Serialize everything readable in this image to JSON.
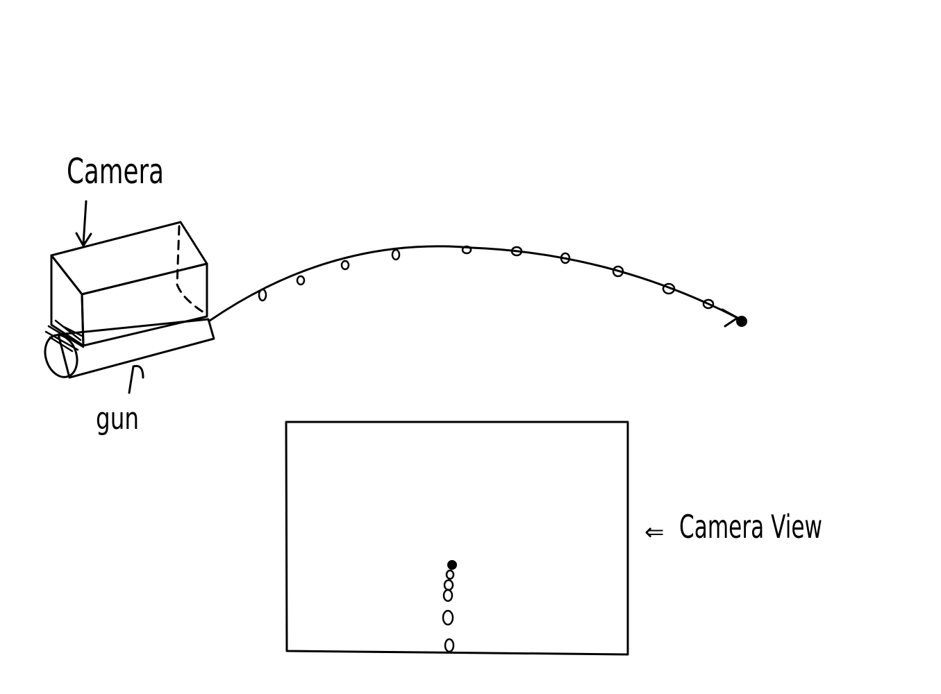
{
  "labels": {
    "camera": "Camera",
    "gun": "gun",
    "camera_view_arrow": "⇐",
    "camera_view": "Camera View"
  },
  "colors": {
    "ink": "#000000",
    "fill": "#e6e6e6",
    "background": "#ffffff"
  }
}
